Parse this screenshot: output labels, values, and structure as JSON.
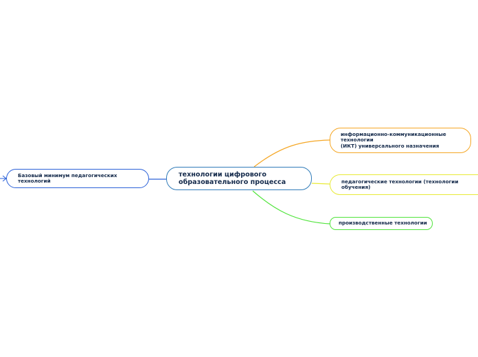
{
  "center": {
    "label": "технологии цифрового\nобразовательного процесса",
    "color": "#2e7ab8"
  },
  "left_branch": {
    "label": "Базовый минимум педагогических\nтехнологий",
    "color": "#2a60d8"
  },
  "right_branches": [
    {
      "label": "информационно-коммуникационные\nтехнологии\n(ИКТ) универсального назначения",
      "color": "#f5a623"
    },
    {
      "label": "педагогические технологии (технологии\nобучения)",
      "color": "#e8ea35"
    },
    {
      "label": "производственные технологии",
      "color": "#4fe43a"
    }
  ]
}
